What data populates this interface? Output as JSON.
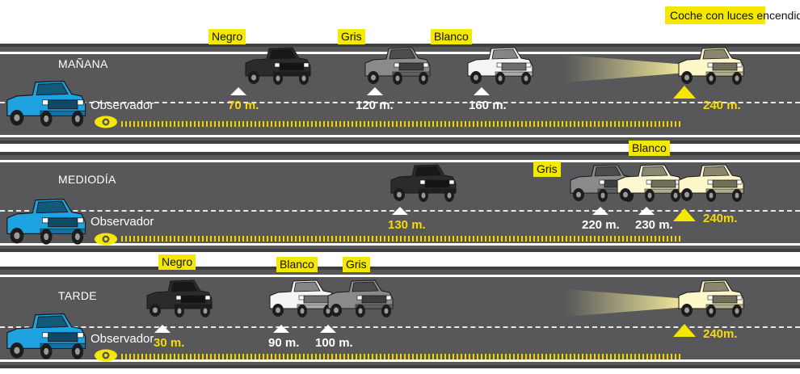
{
  "header_tag": "Coche con luces encendidas",
  "colors": {
    "road": "#58585a",
    "tag_yellow": "#f5e800",
    "distance_yellow": "#f5d90a",
    "observer_truck": "#1fa3e0",
    "black_truck": "#2b2b2d",
    "grey_truck": "#8a8a8c",
    "white_truck": "#f4f4f4",
    "headlight_truck": "#fdf6c8"
  },
  "panels": {
    "manana": {
      "period": "MAÑANA",
      "observer": "Observador",
      "tags": {
        "negro": "Negro",
        "gris": "Gris",
        "blanco": "Blanco"
      },
      "distances": {
        "negro": "70 m.",
        "gris": "120 m.",
        "blanco": "160 m.",
        "luces": "240 m."
      }
    },
    "mediodia": {
      "period": "MEDIODÍA",
      "observer": "Observador",
      "tags": {
        "gris": "Gris",
        "blanco": "Blanco"
      },
      "distances": {
        "negro": "130 m.",
        "gris": "220 m.",
        "blanco": "230 m.",
        "luces": "240m."
      }
    },
    "tarde": {
      "period": "TARDE",
      "observer": "Observador",
      "tags": {
        "negro": "Negro",
        "blanco": "Blanco",
        "gris": "Gris"
      },
      "distances": {
        "negro": "30 m.",
        "blanco": "90 m.",
        "gris": "100 m.",
        "luces": "240m."
      }
    }
  }
}
